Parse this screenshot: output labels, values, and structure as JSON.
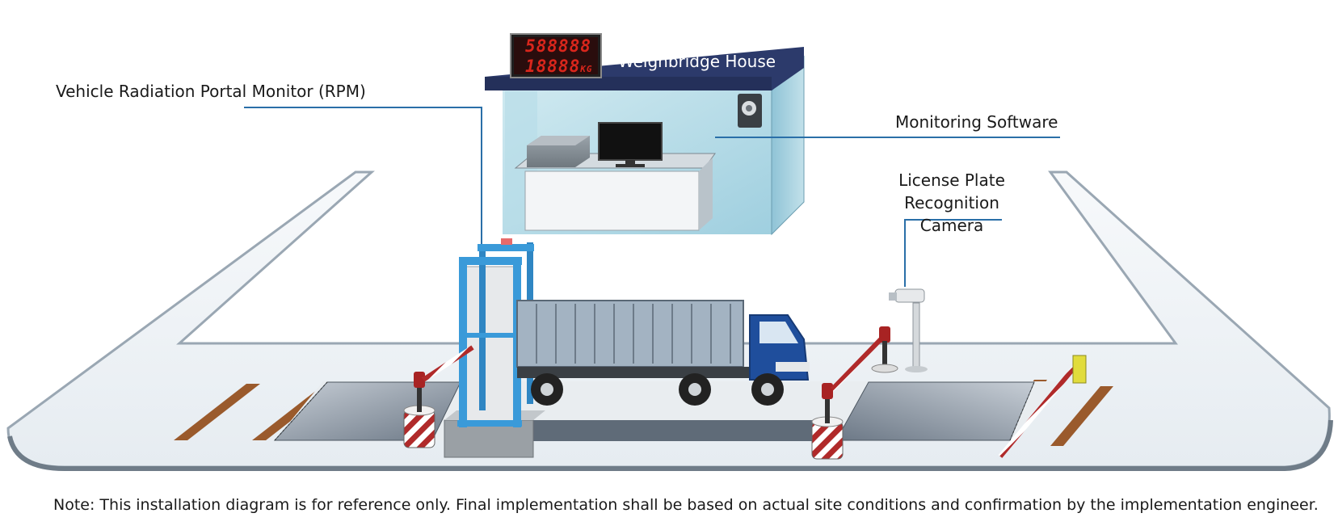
{
  "labels": {
    "rpm": "Vehicle Radiation Portal Monitor (RPM)",
    "house": "Weighbridge House",
    "software": "Monitoring Software",
    "camera_line1": "License Plate",
    "camera_line2": "Recognition Camera"
  },
  "display": {
    "line1": "588888",
    "line2": "18888",
    "line2_unit": "KG"
  },
  "note": "Note: This installation diagram is for reference only. Final implementation shall be based on actual site conditions and confirmation by the implementation engineer.",
  "colors": {
    "house_roof": "#2c3a6b",
    "house_wall": "#a9d6e4",
    "portal_frame": "#3a9ad9",
    "truck_cab": "#1f4e9c",
    "leader_line": "#2a6fa8",
    "road": "#f3f6f8",
    "ramp": "#8f9aa5"
  }
}
